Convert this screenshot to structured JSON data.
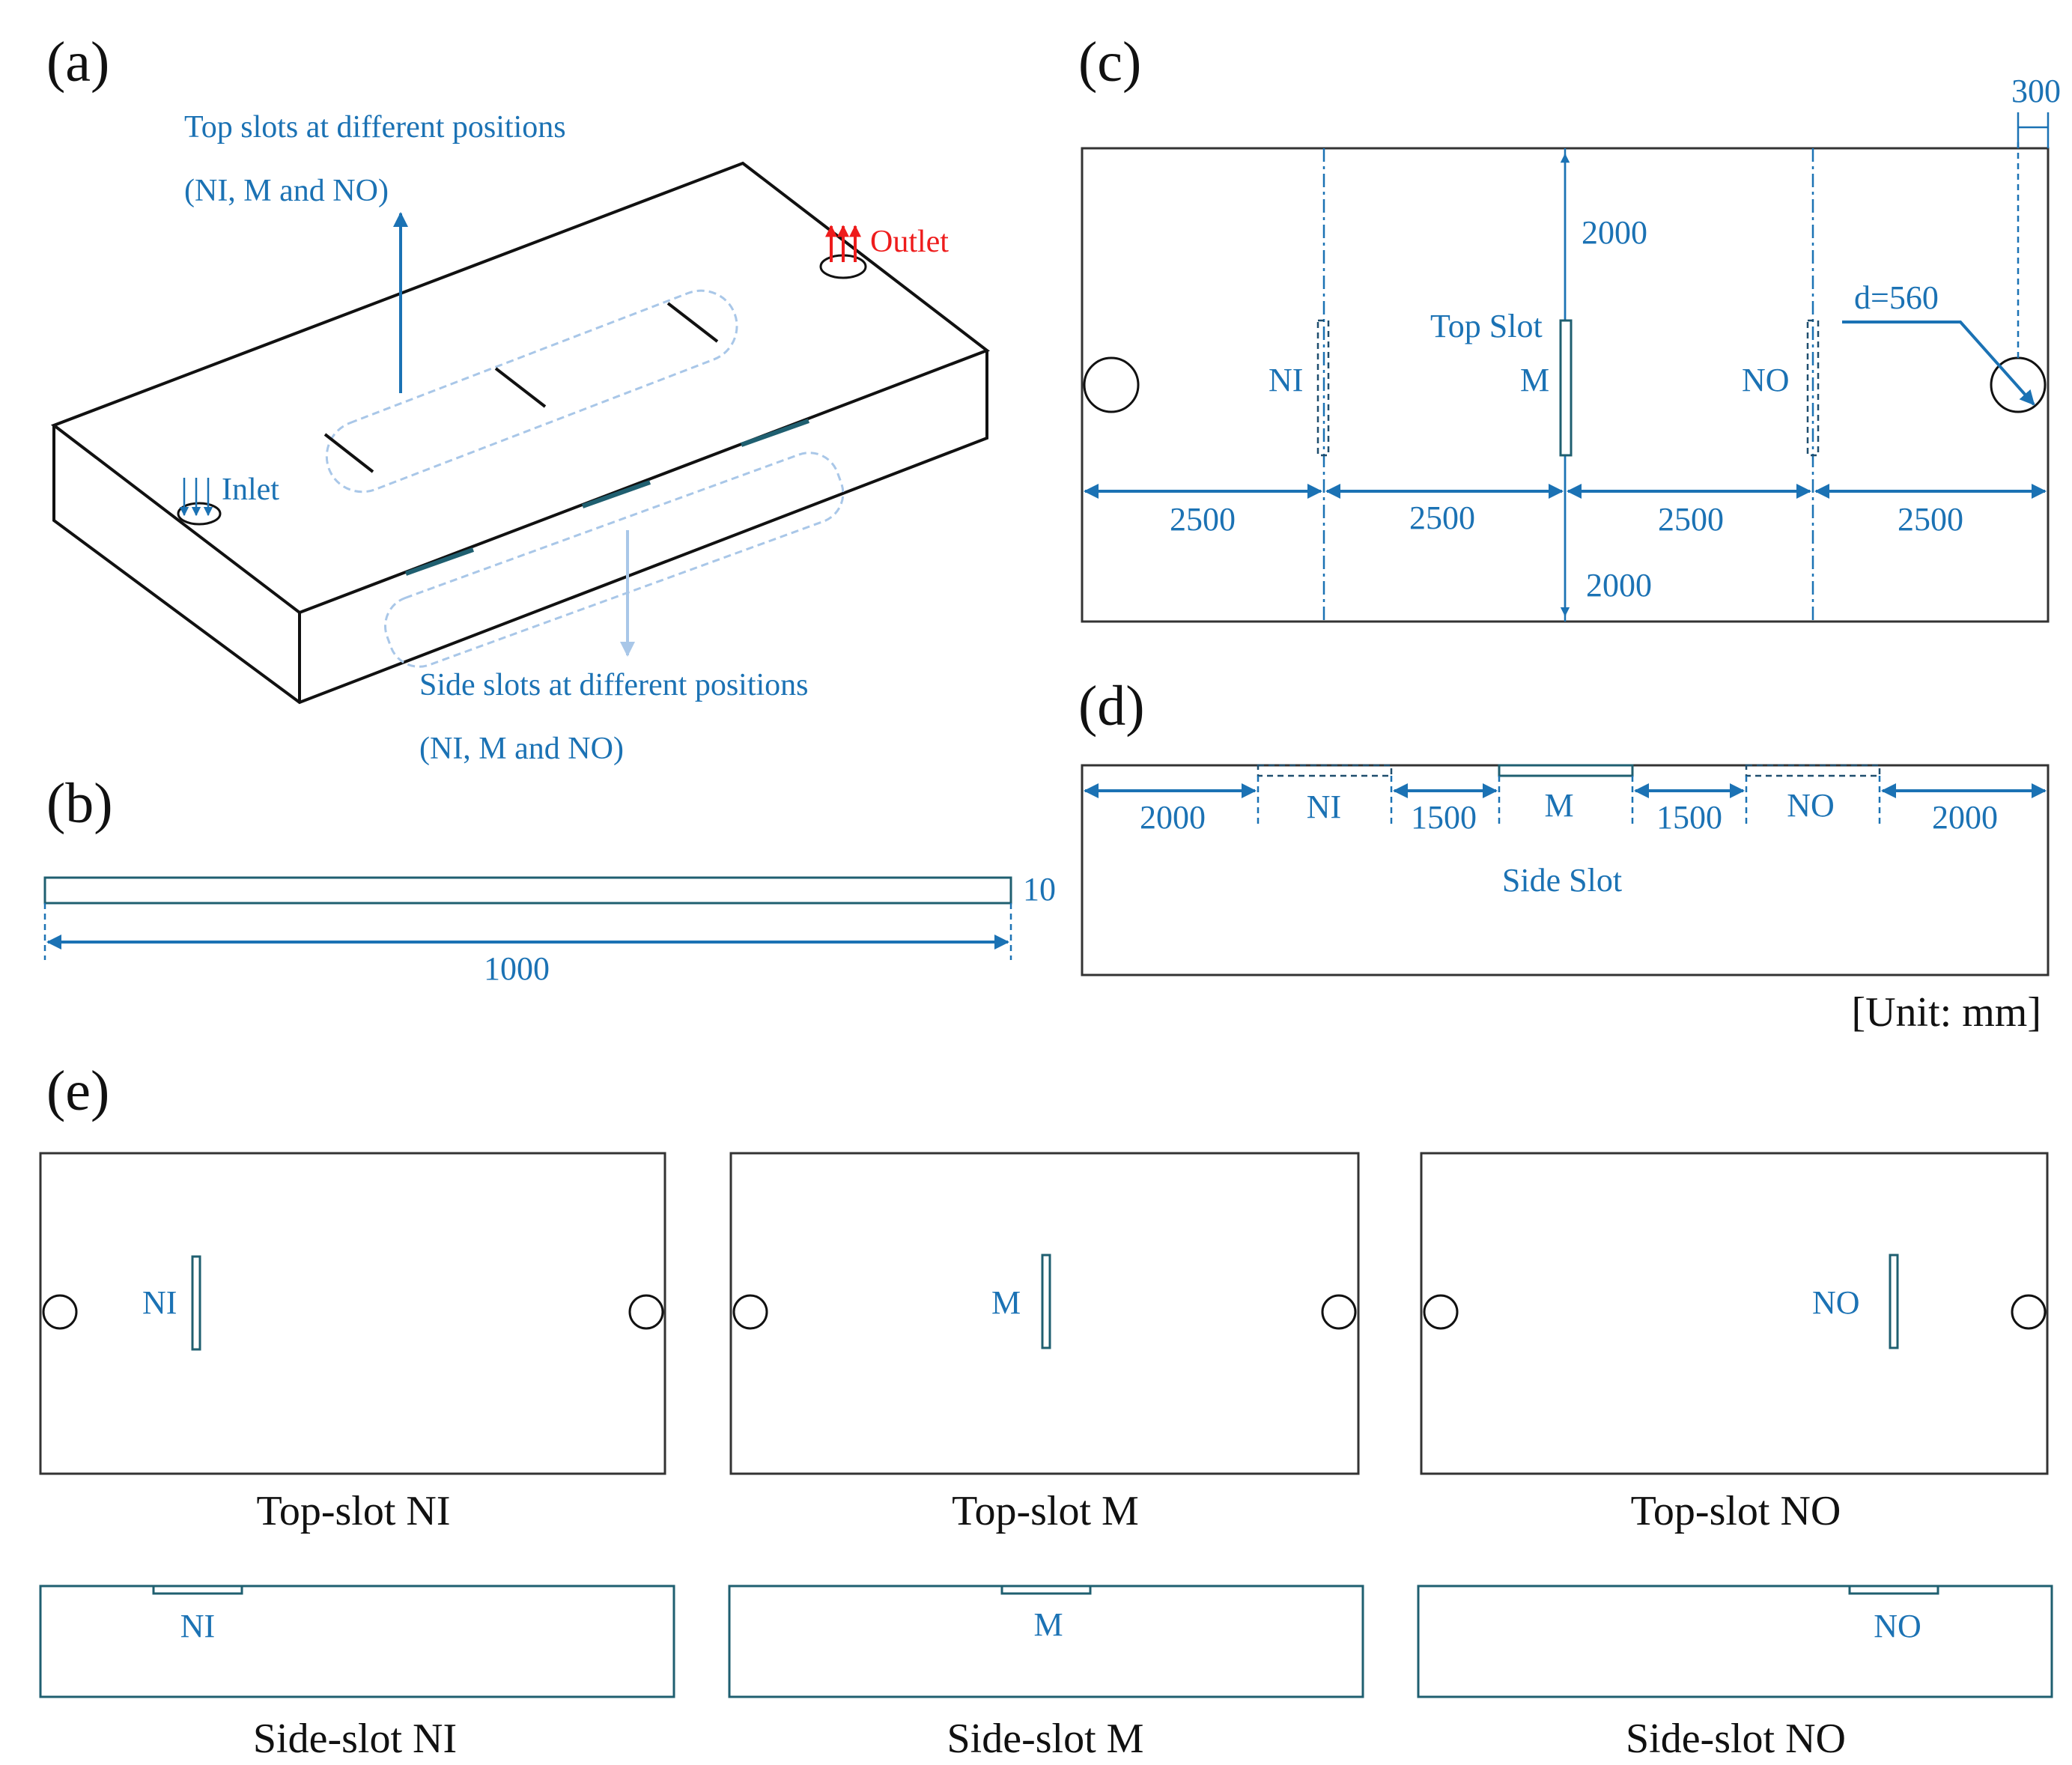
{
  "panels": {
    "a": {
      "label": "(a)",
      "top_caption_1": "Top slots at different positions",
      "top_caption_2": "(NI, M and NO)",
      "side_caption_1": "Side slots at different positions",
      "side_caption_2": "(NI, M and NO)",
      "inlet": "Inlet",
      "outlet": "Outlet"
    },
    "b": {
      "label": "(b)",
      "thickness": "10",
      "length": "1000"
    },
    "c": {
      "label": "(c)",
      "offset": "300",
      "half_height_top": "2000",
      "half_height_bottom": "2000",
      "diameter": "d=560",
      "top_slot": "Top Slot",
      "ni": "NI",
      "m": "M",
      "no": "NO",
      "seg1": "2500",
      "seg2": "2500",
      "seg3": "2500",
      "seg4": "2500"
    },
    "d": {
      "label": "(d)",
      "seg1": "2000",
      "ni": "NI",
      "seg2": "1500",
      "m": "M",
      "seg3": "1500",
      "no": "NO",
      "seg4": "2000",
      "side_slot": "Side Slot",
      "unit": "[Unit: mm]"
    },
    "e": {
      "label": "(e)",
      "top_views": [
        {
          "slot_label": "NI",
          "caption": "Top-slot NI"
        },
        {
          "slot_label": "M",
          "caption": "Top-slot M"
        },
        {
          "slot_label": "NO",
          "caption": "Top-slot NO"
        }
      ],
      "side_views": [
        {
          "slot_label": "NI",
          "caption": "Side-slot NI"
        },
        {
          "slot_label": "M",
          "caption": "Side-slot M"
        },
        {
          "slot_label": "NO",
          "caption": "Side-slot NO"
        }
      ]
    }
  },
  "colors": {
    "dimension_blue": "#1b72b4",
    "outlet_red": "#ee1c1c",
    "slot_teal": "#1f5f70",
    "halo_blue": "#a9c7e8"
  }
}
